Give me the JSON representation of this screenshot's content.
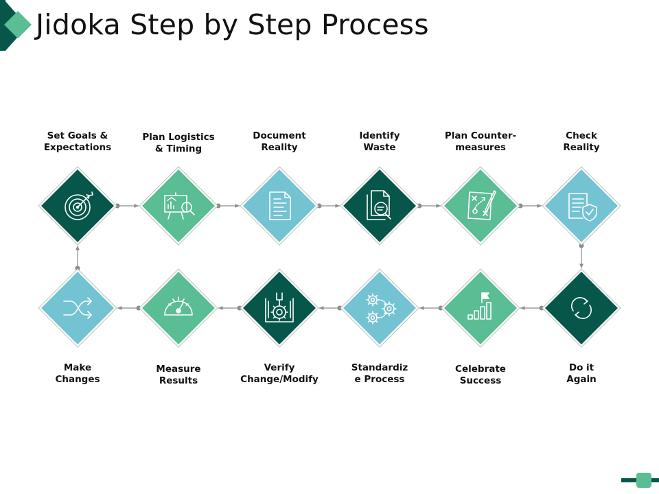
{
  "title": "Jidoka Step by Step Process",
  "colors": {
    "dark": "#06574a",
    "mid": "#5abd94",
    "light": "#74c3d2",
    "connector": "#8c8c8c"
  },
  "steps": [
    {
      "label": "Set Goals &\nExpectations",
      "icon": "target-icon",
      "color": "dark"
    },
    {
      "label": "Plan Logistics\n& Timing",
      "icon": "presentation-board-icon",
      "color": "mid"
    },
    {
      "label": "Document\nReality",
      "icon": "document-icon",
      "color": "light"
    },
    {
      "label": "Identify\nWaste",
      "icon": "document-search-icon",
      "color": "dark"
    },
    {
      "label": "Plan Counter-\nmeasures",
      "icon": "strategy-plan-icon",
      "color": "mid"
    },
    {
      "label": "Check\nReality",
      "icon": "document-shield-icon",
      "color": "light"
    },
    {
      "label": "Do it\nAgain",
      "icon": "repeat-icon",
      "color": "dark"
    },
    {
      "label": "Celebrate\nSuccess",
      "icon": "growth-flag-icon",
      "color": "mid"
    },
    {
      "label": "Standardiz\ne Process",
      "icon": "gears-icon",
      "color": "light"
    },
    {
      "label": "Verify\nChange/Modify",
      "icon": "wrench-gear-icon",
      "color": "dark"
    },
    {
      "label": "Measure\nResults",
      "icon": "gauge-icon",
      "color": "mid"
    },
    {
      "label": "Make\nChanges",
      "icon": "shuffle-icon",
      "color": "light"
    }
  ]
}
